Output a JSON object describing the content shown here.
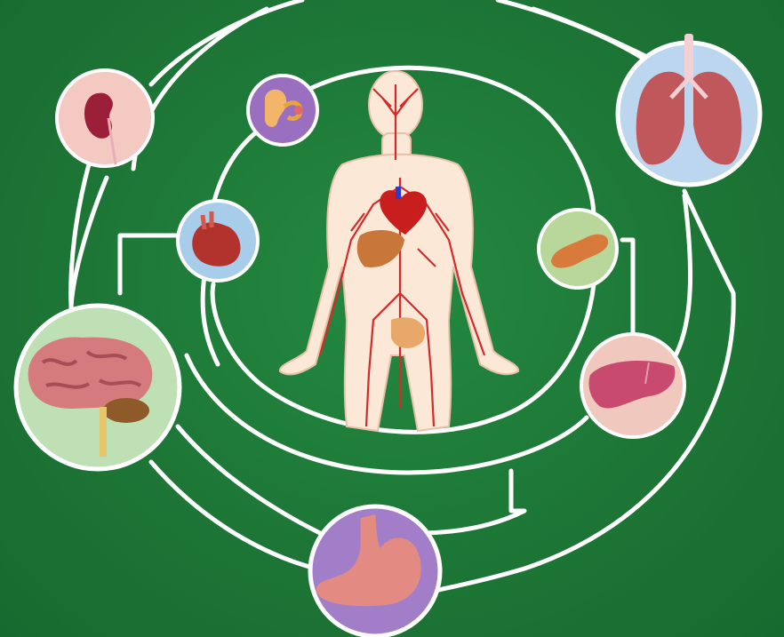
{
  "diagram": {
    "background_color": "#1d7636",
    "line_color": "#ffffff",
    "organs": [
      {
        "id": "kidney",
        "icon": "kidney-icon",
        "bg": "#f3c9c1"
      },
      {
        "id": "ear",
        "icon": "ear-icon",
        "bg": "#9a6fc0"
      },
      {
        "id": "lungs",
        "icon": "lungs-icon",
        "bg": "#bcd6f0"
      },
      {
        "id": "heart",
        "icon": "heart-icon",
        "bg": "#a8cdea"
      },
      {
        "id": "pancreas",
        "icon": "pancreas-icon",
        "bg": "#b9d79a"
      },
      {
        "id": "brain",
        "icon": "brain-icon",
        "bg": "#bfe0b5"
      },
      {
        "id": "liver",
        "icon": "liver-icon",
        "bg": "#f0c8be"
      },
      {
        "id": "stomach",
        "icon": "stomach-icon",
        "bg": "#a27ec8"
      }
    ],
    "center_figure": {
      "icon": "human-circulatory-system-icon",
      "body_color": "#fbe8d6",
      "vessel_color": "#d62a2a"
    }
  }
}
